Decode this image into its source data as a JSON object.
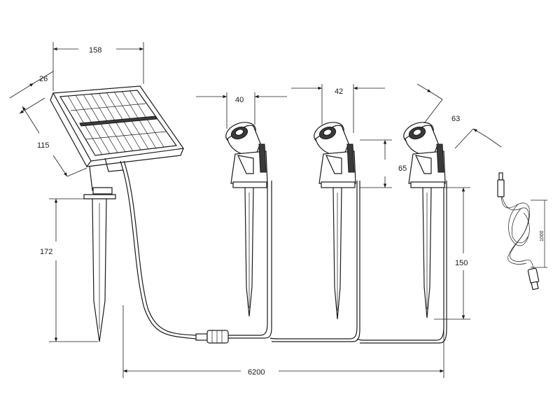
{
  "dimensions": {
    "panel_width": "158",
    "panel_thickness": "26",
    "panel_depth": "115",
    "stake_height": "172",
    "spot_width_a": "40",
    "spot_width_b": "42",
    "spot_diameter": "63",
    "spot_head_height": "65",
    "spot_stake_height": "150",
    "cable_length": "6200",
    "usb_cable_length": "1000"
  }
}
